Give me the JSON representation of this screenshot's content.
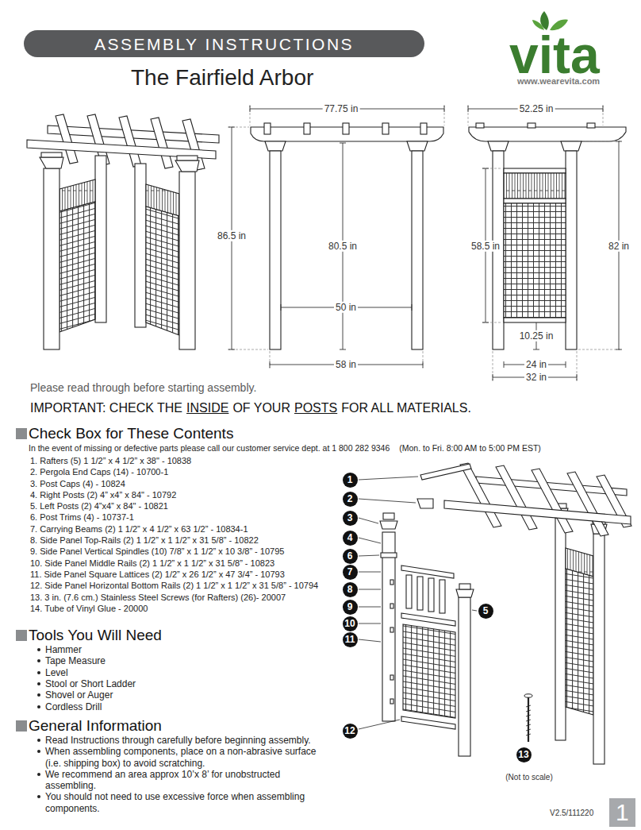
{
  "diagram": {
    "title": "The Fairfield Arbor",
    "nodes": [
      {
        "text": [
          "ASSEMBLY INSTRUCTIONS"
        ]
      },
      {
        "text": [
          "1"
        ]
      },
      {
        "text": [
          "2"
        ]
      },
      {
        "text": [
          "3"
        ]
      },
      {
        "text": [
          "4"
        ]
      },
      {
        "text": [
          "5"
        ]
      },
      {
        "text": [
          "6"
        ]
      },
      {
        "text": [
          "7"
        ]
      },
      {
        "text": [
          "8"
        ]
      },
      {
        "text": [
          "9"
        ]
      },
      {
        "text": [
          "10"
        ]
      },
      {
        "text": [
          "11"
        ]
      },
      {
        "text": [
          "12"
        ]
      },
      {
        "text": [
          "13"
        ]
      },
      {
        "text": [
          "1"
        ]
      }
    ],
    "edges": [],
    "labels": [
      "vita",
      "www.wearevita.com",
      "77.75 in",
      "52.25 in",
      "86.5 in",
      "80.5 in",
      "58.5 in",
      "82 in",
      "50 in",
      "10.25 in",
      "58 in",
      "24 in",
      "32 in",
      "Please read through before starting assembly.",
      "IMPORTANT: CHECK THE",
      "INSIDE",
      "OF YOUR",
      "POSTS",
      "FOR ALL MATERIALS.",
      "Check Box for These Contents",
      "In the event of missing or defective parts please call our customer service dept. at 1 800 282 9346",
      "(Mon. to Fri. 8:00 AM to 5:00 PM EST)",
      "1. Rafters (5) 1 1/2” x 4 1/2” x 38\" - 10838",
      "2. Pergola End Caps (14) - 10700-1",
      "3. Post Caps (4) - 10824",
      "4. Right Posts (2) 4” x4” x 84\" - 10792",
      "5. Left Posts (2) 4”x4” x 84\" - 10821",
      "6. Post Trims (4) - 10737-1",
      "7. Carrying Beams (2) 1 1/2” x 4 1/2” x 63 1/2” - 10834-1",
      "8. Side Panel Top-Rails (2) 1 1/2” x 1 1/2” x 31 5/8” - 10822",
      "9. Side Panel Vertical Spindles (10) 7/8” x 1 1/2” x 10 3/8” - 10795",
      "10. Side Panel Middle Rails (2) 1 1/2” x 1 1/2” x 31 5/8” - 10823",
      "11. Side Panel Square Lattices (2) 1/2” x 26 1/2” x 47 3/4” - 10793",
      "12. Side Panel Horizontal Bottom Rails (2) 1 1/2” x 1 1/2” x 31 5/8” - 10794",
      "13. 3 in. (7.6 cm.) Stainless Steel Screws (for Rafters) (26)- 20007",
      "14. Tube of Vinyl Glue - 20000",
      "Tools You Will Need",
      "Hammer",
      "Tape Measure",
      "Level",
      "Stool or Short Ladder",
      "Shovel or Auger",
      "Cordless Drill",
      "General Information",
      "Read Instructions through carefully before beginning assembly.",
      "When assembling components, place on a non-abrasive surface (i.e. shipping box) to avoid scratching.",
      "We recommend an area approx 10’x 8’ for unobstructed assembling.",
      "You should not need to use excessive force when assembling components.",
      "(Not to scale)",
      "V2.5/111220"
    ]
  }
}
